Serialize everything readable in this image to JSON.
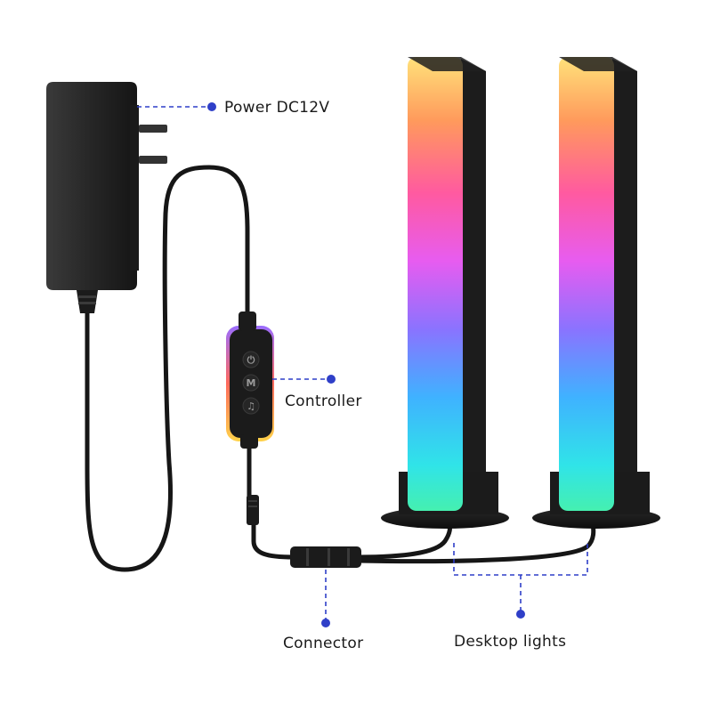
{
  "labels": {
    "power": "Power DC12V",
    "controller": "Controller",
    "connector": "Connector",
    "desktop_lights": "Desktop lights"
  },
  "controller_buttons": {
    "power": "⏻",
    "mode": "M",
    "music": "♫"
  },
  "colors": {
    "annotation": "#2f3fc8",
    "device": "#1b1b1b",
    "cable": "#161616",
    "rgb_gradient": [
      "#ffe27a",
      "#ff9a5c",
      "#ff5aa0",
      "#e75cf0",
      "#8a73ff",
      "#3fb2ff",
      "#30e4e8",
      "#45f0b0"
    ]
  }
}
